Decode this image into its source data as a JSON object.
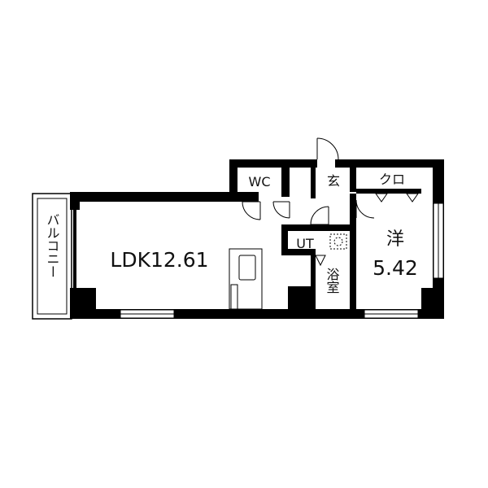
{
  "floorplan": {
    "rooms": {
      "ldk": "LDK12.61",
      "wc": "WC",
      "entrance": "玄",
      "closet": "クロ",
      "western_room": "洋",
      "western_area": "5.42",
      "utility": "UT",
      "bath": "浴室",
      "balcony": "バルコニー"
    }
  }
}
